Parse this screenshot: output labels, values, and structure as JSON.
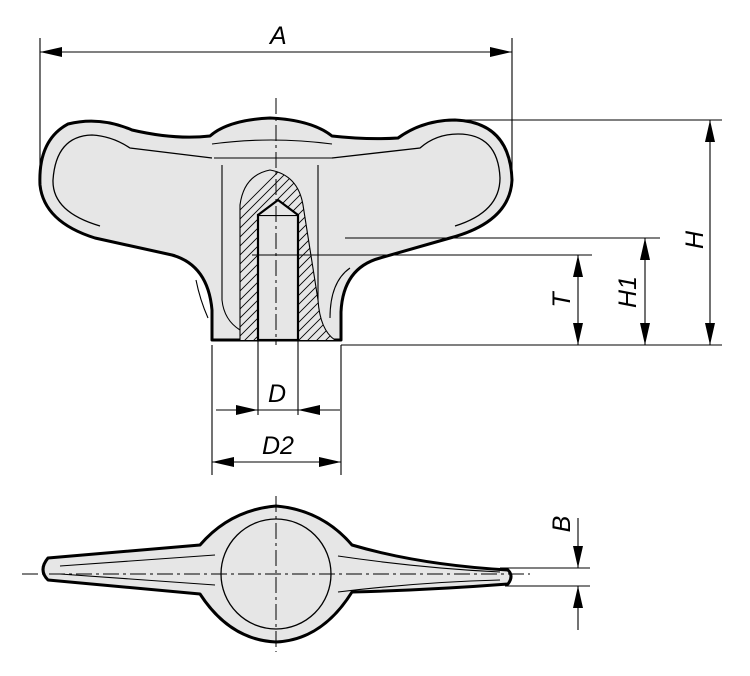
{
  "labels": {
    "A": "A",
    "H": "H",
    "H1": "H1",
    "T": "T",
    "D": "D",
    "D2": "D2",
    "B": "B"
  },
  "colors": {
    "fill": "#e6e6e6",
    "line": "#000000"
  }
}
